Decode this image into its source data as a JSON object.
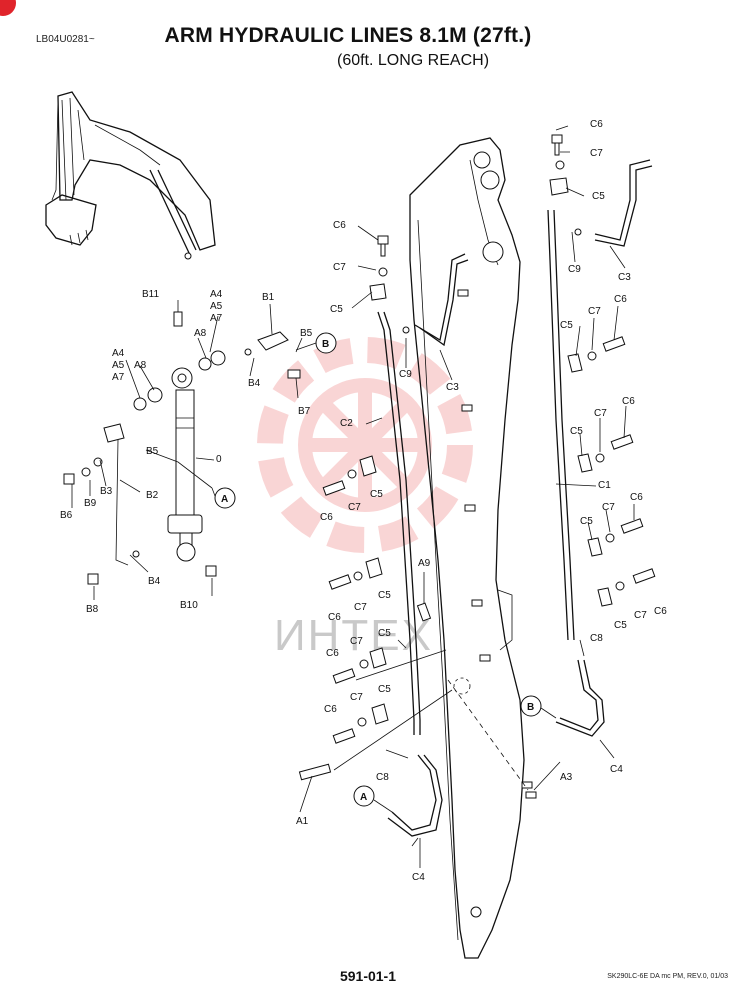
{
  "header": {
    "code": "LB04U0281~",
    "title": "ARM HYDRAULIC LINES 8.1M (27ft.)",
    "subtitle": "(60ft. LONG REACH)"
  },
  "footer": {
    "page_number": "591-01-1",
    "doc_ref": "SK290LC-6E DA mc PM, REV.0, 01/03"
  },
  "watermark": {
    "text": "ИНТЕХ",
    "color": "#f2a3a3"
  },
  "callouts": {
    "a": "A",
    "b": "B"
  },
  "labels": {
    "c6": "C6",
    "c7": "C7",
    "c5": "C5",
    "c9": "C9",
    "c3": "C3",
    "c2": "C2",
    "c1": "C1",
    "c8": "C8",
    "c4": "C4",
    "b11": "B11",
    "b1": "B1",
    "b5": "B5",
    "b4": "B4",
    "b7": "B7",
    "b3": "B3",
    "b9": "B9",
    "b6": "B6",
    "b2": "B2",
    "b8": "B8",
    "b10": "B10",
    "a4": "A4",
    "a5": "A5",
    "a7": "A7",
    "a8": "A8",
    "a9": "A9",
    "a1": "A1",
    "a3": "A3",
    "zero": "0"
  }
}
